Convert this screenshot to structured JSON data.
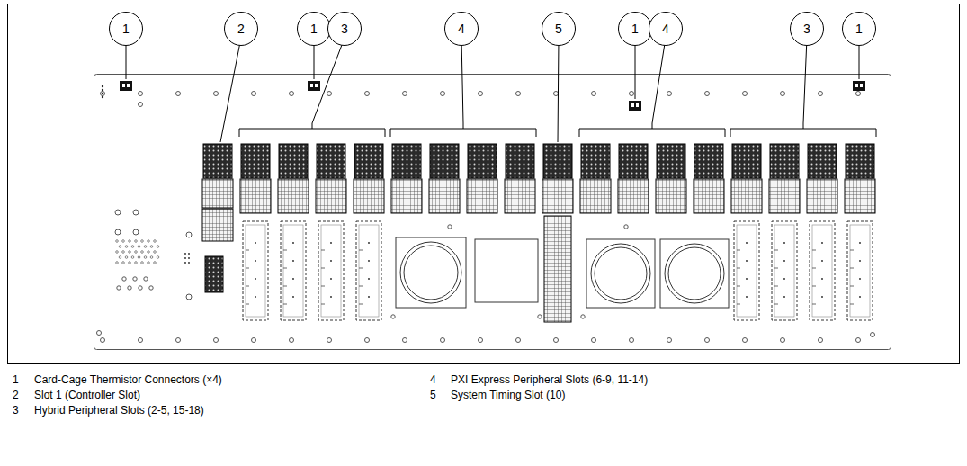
{
  "diagram": {
    "nodes": [
      {
        "text": [
          "1"
        ]
      },
      {
        "text": [
          "2"
        ]
      },
      {
        "text": [
          "1"
        ]
      },
      {
        "text": [
          "3"
        ]
      },
      {
        "text": [
          "4"
        ]
      },
      {
        "text": [
          "5"
        ]
      },
      {
        "text": [
          "1"
        ]
      },
      {
        "text": [
          "4"
        ]
      },
      {
        "text": [
          "3"
        ]
      },
      {
        "text": [
          "1"
        ]
      }
    ],
    "labels": [
      "1",
      "Card-Cage Thermistor Connectors (×4)",
      "2",
      "Slot 1 (Controller Slot)",
      "3",
      "Hybrid Peripheral Slots (2-5, 15-18)",
      "4",
      "PXI Express Peripheral Slots (6-9, 11-14)",
      "5",
      "System Timing Slot (10)"
    ]
  }
}
